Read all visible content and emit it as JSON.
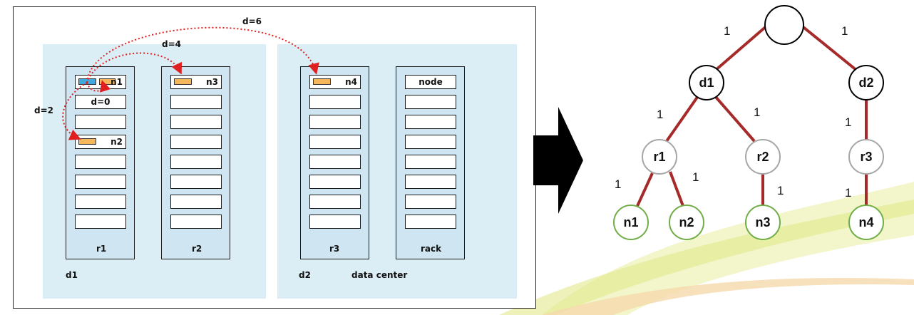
{
  "left": {
    "distances": {
      "d6": "d=6",
      "d4": "d=4",
      "d2": "d=2",
      "d0": "d=0"
    },
    "datacenters": [
      {
        "label": "d1"
      },
      {
        "label": "d2",
        "caption": "data center"
      }
    ],
    "racks": [
      {
        "label": "r1",
        "nodes": [
          {
            "label": "n1",
            "row": 0
          },
          {
            "label": "n2",
            "row": 3
          }
        ]
      },
      {
        "label": "r2",
        "nodes": [
          {
            "label": "n3",
            "row": 0
          }
        ]
      },
      {
        "label": "r3",
        "nodes": [
          {
            "label": "n4",
            "row": 0
          }
        ]
      },
      {
        "label": "rack",
        "header": "node"
      }
    ]
  },
  "tree": {
    "root": "",
    "nodes": {
      "d1": "d1",
      "d2": "d2",
      "r1": "r1",
      "r2": "r2",
      "r3": "r3",
      "n1": "n1",
      "n2": "n2",
      "n3": "n3",
      "n4": "n4"
    },
    "edge_weight": "1",
    "colors": {
      "edge": "#a52a2a",
      "dc_border": "#000000",
      "rack_border": "#a6a6a6",
      "node_border": "#70ad47",
      "swoosh_yellow": "#e8ee9a",
      "swoosh_orange": "#f5d3a0"
    }
  }
}
